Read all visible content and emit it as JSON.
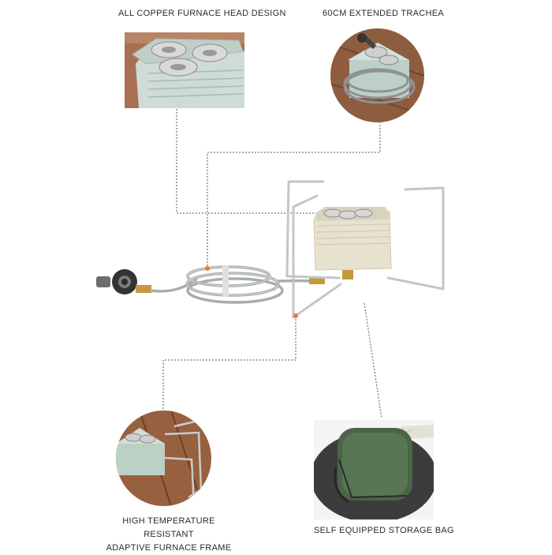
{
  "labels": {
    "copper_head": "ALL COPPER FURNACE HEAD DESIGN",
    "trachea": "60CM EXTENDED TRACHEA",
    "frame_line1": "HIGH TEMPERATURE RESISTANT",
    "frame_line2": "ADAPTIVE FURNACE FRAME",
    "storage_bag": "SELF EQUIPPED STORAGE BAG"
  },
  "colors": {
    "stove_body": "#e6e2cf",
    "marker": "#f07a2a",
    "bag": "#4f6a4a",
    "wood": "#9a6a4a",
    "steel": "#b8bcc0"
  }
}
